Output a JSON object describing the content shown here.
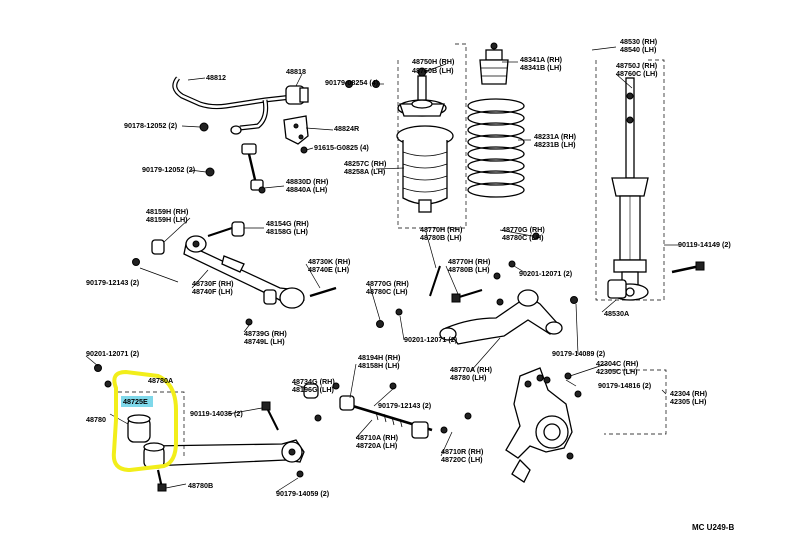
{
  "diagram": {
    "code": "MC U249-B",
    "highlight_color": "#f2ee1a",
    "label_highlight_color": "#7fd8ea",
    "labels": [
      {
        "id": "l0",
        "text": "48812"
      },
      {
        "id": "l1",
        "text": "48818"
      },
      {
        "id": "l2",
        "text": "90179-08254 (4)"
      },
      {
        "id": "l3",
        "text": "48750H (RH)"
      },
      {
        "id": "l4",
        "text": "48760B (LH)"
      },
      {
        "id": "l5",
        "text": "48341A (RH)"
      },
      {
        "id": "l6",
        "text": "48341B (LH)"
      },
      {
        "id": "l7",
        "text": "48530 (RH)"
      },
      {
        "id": "l8",
        "text": "48540 (LH)"
      },
      {
        "id": "l9",
        "text": "48750J (RH)"
      },
      {
        "id": "l10",
        "text": "48760C (LH)"
      },
      {
        "id": "l11",
        "text": "90178-12052 (2)"
      },
      {
        "id": "l12",
        "text": "48824R"
      },
      {
        "id": "l13",
        "text": "91615-G0825 (4)"
      },
      {
        "id": "l14",
        "text": "48231A (RH)"
      },
      {
        "id": "l15",
        "text": "48231B (LH)"
      },
      {
        "id": "l16",
        "text": "48257C (RH)"
      },
      {
        "id": "l17",
        "text": "48258A (LH)"
      },
      {
        "id": "l18",
        "text": "90179-12052 (2)"
      },
      {
        "id": "l19",
        "text": "48830D (RH)"
      },
      {
        "id": "l20",
        "text": "48840A (LH)"
      },
      {
        "id": "l21",
        "text": "48159H (RH)"
      },
      {
        "id": "l22",
        "text": "48159H (LH)"
      },
      {
        "id": "l23",
        "text": "48154G (RH)"
      },
      {
        "id": "l24",
        "text": "48158G (LH)"
      },
      {
        "id": "l25",
        "text": "48770H (RH)"
      },
      {
        "id": "l26",
        "text": "48780B (LH)"
      },
      {
        "id": "l27",
        "text": "48770G (RH)"
      },
      {
        "id": "l28",
        "text": "48780C (LH)"
      },
      {
        "id": "l29",
        "text": "90119-14149 (2)"
      },
      {
        "id": "l30",
        "text": "90179-12143 (2)"
      },
      {
        "id": "l31",
        "text": "48730F (RH)"
      },
      {
        "id": "l32",
        "text": "48740F (LH)"
      },
      {
        "id": "l33",
        "text": "48730K (RH)"
      },
      {
        "id": "l34",
        "text": "48740E (LH)"
      },
      {
        "id": "l35",
        "text": "48770G (RH)"
      },
      {
        "id": "l36",
        "text": "48780C (LH)"
      },
      {
        "id": "l37",
        "text": "48770H (RH)"
      },
      {
        "id": "l38",
        "text": "48780B (LH)"
      },
      {
        "id": "l39",
        "text": "90201-12071 (2)"
      },
      {
        "id": "l40",
        "text": "48530A"
      },
      {
        "id": "l41",
        "text": "48739G (RH)"
      },
      {
        "id": "l42",
        "text": "48749L (LH)"
      },
      {
        "id": "l43",
        "text": "90201-12071 (2)"
      },
      {
        "id": "l44",
        "text": "90179-14089 (2)"
      },
      {
        "id": "l45",
        "text": "90201-12071 (2)"
      },
      {
        "id": "l46",
        "text": "48194H (RH)"
      },
      {
        "id": "l47",
        "text": "48158H (LH)"
      },
      {
        "id": "l48",
        "text": "48770A (RH)"
      },
      {
        "id": "l49",
        "text": "48780 (LH)"
      },
      {
        "id": "l50",
        "text": "42304C (RH)"
      },
      {
        "id": "l51",
        "text": "42305C (LH)"
      },
      {
        "id": "l52",
        "text": "48780A"
      },
      {
        "id": "l53",
        "text": "48725E"
      },
      {
        "id": "l54",
        "text": "48780"
      },
      {
        "id": "l55",
        "text": "48734G (RH)"
      },
      {
        "id": "l56",
        "text": "48196G (LH)"
      },
      {
        "id": "l57",
        "text": "90179-14816 (2)"
      },
      {
        "id": "l58",
        "text": "42304 (RH)"
      },
      {
        "id": "l59",
        "text": "42305 (LH)"
      },
      {
        "id": "l60",
        "text": "90119-14035 (2)"
      },
      {
        "id": "l61",
        "text": "90179-12143 (2)"
      },
      {
        "id": "l62",
        "text": "48710A (RH)"
      },
      {
        "id": "l63",
        "text": "48720A (LH)"
      },
      {
        "id": "l64",
        "text": "48710R (RH)"
      },
      {
        "id": "l65",
        "text": "48720C (LH)"
      },
      {
        "id": "l66",
        "text": "48780B"
      },
      {
        "id": "l67",
        "text": "90179-14059 (2)"
      }
    ]
  }
}
